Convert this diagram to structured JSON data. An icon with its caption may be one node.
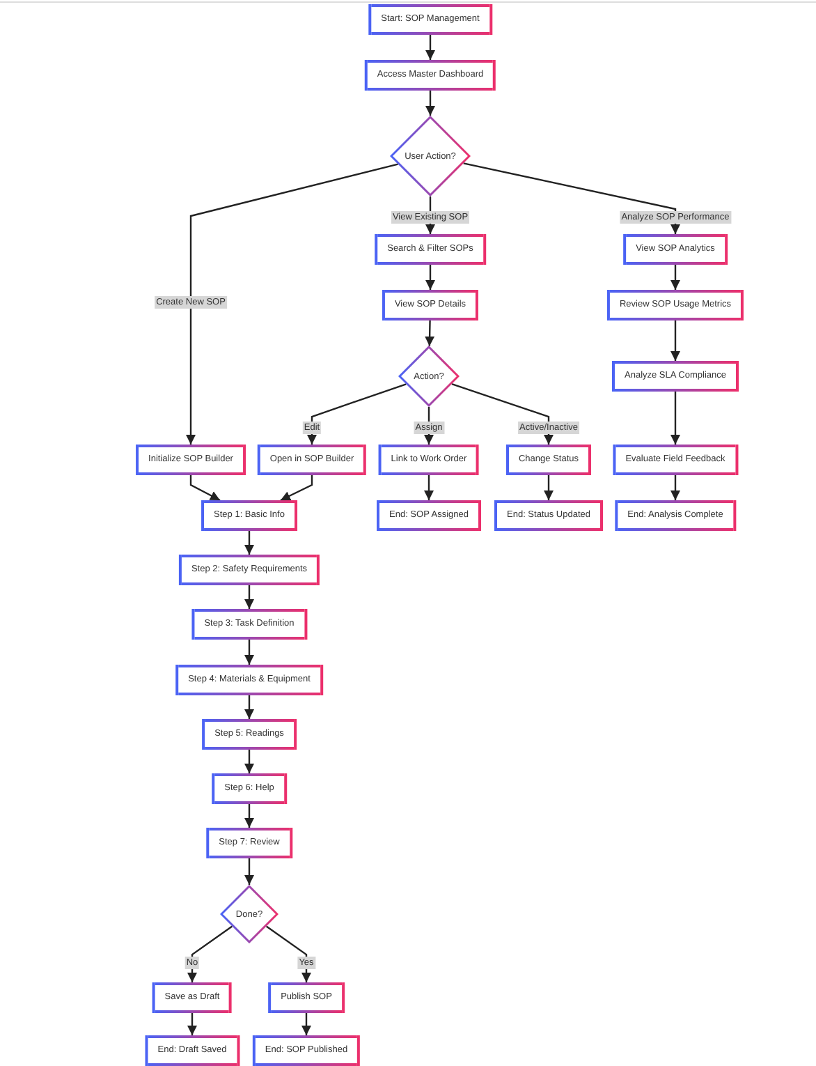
{
  "diagram": {
    "nodes": [
      {
        "text": [
          "Start: SOP Management"
        ]
      },
      {
        "text": [
          "Access Master Dashboard"
        ]
      },
      {
        "text": [
          "User Action?"
        ]
      },
      {
        "text": [
          "Search & Filter SOPs"
        ]
      },
      {
        "text": [
          "View SOP Details"
        ]
      },
      {
        "text": [
          "Action?"
        ]
      },
      {
        "text": [
          "View SOP Analytics"
        ]
      },
      {
        "text": [
          "Review SOP Usage Metrics"
        ]
      },
      {
        "text": [
          "Analyze SLA Compliance"
        ]
      },
      {
        "text": [
          "Initialize SOP Builder"
        ]
      },
      {
        "text": [
          "Open in SOP Builder"
        ]
      },
      {
        "text": [
          "Link to Work Order"
        ]
      },
      {
        "text": [
          "Change Status"
        ]
      },
      {
        "text": [
          "Evaluate Field Feedback"
        ]
      },
      {
        "text": [
          "Step 1: Basic Info"
        ]
      },
      {
        "text": [
          "End: SOP Assigned"
        ]
      },
      {
        "text": [
          "End: Status Updated"
        ]
      },
      {
        "text": [
          "End: Analysis Complete"
        ]
      },
      {
        "text": [
          "Step 2: Safety Requirements"
        ]
      },
      {
        "text": [
          "Step 3: Task Definition"
        ]
      },
      {
        "text": [
          "Step 4: Materials & Equipment"
        ]
      },
      {
        "text": [
          "Step 5: Readings"
        ]
      },
      {
        "text": [
          "Step 6: Help"
        ]
      },
      {
        "text": [
          "Step 7: Review"
        ]
      },
      {
        "text": [
          "Done?"
        ]
      },
      {
        "text": [
          "Save as Draft"
        ]
      },
      {
        "text": [
          "Publish SOP"
        ]
      },
      {
        "text": [
          "End: Draft Saved"
        ]
      },
      {
        "text": [
          "End: SOP Published"
        ]
      }
    ],
    "edges": [
      {
        "from": 0,
        "to": 1,
        "arrow": "to"
      },
      {
        "from": 1,
        "to": 2,
        "arrow": "to"
      },
      {
        "from": 2,
        "to": 9,
        "arrow": "to",
        "label": "Create New SOP"
      },
      {
        "from": 2,
        "to": 3,
        "arrow": "to",
        "label": "View Existing SOP"
      },
      {
        "from": 2,
        "to": 6,
        "arrow": "to",
        "label": "Analyze SOP Performance"
      },
      {
        "from": 3,
        "to": 4,
        "arrow": "to"
      },
      {
        "from": 4,
        "to": 5,
        "arrow": "to"
      },
      {
        "from": 5,
        "to": 10,
        "arrow": "to",
        "label": "Edit"
      },
      {
        "from": 5,
        "to": 11,
        "arrow": "to",
        "label": "Assign"
      },
      {
        "from": 5,
        "to": 12,
        "arrow": "to",
        "label": "Active/Inactive"
      },
      {
        "from": 6,
        "to": 7,
        "arrow": "to"
      },
      {
        "from": 7,
        "to": 8,
        "arrow": "to"
      },
      {
        "from": 8,
        "to": 13,
        "arrow": "to"
      },
      {
        "from": 9,
        "to": 14,
        "arrow": "to"
      },
      {
        "from": 10,
        "to": 14,
        "arrow": "to"
      },
      {
        "from": 11,
        "to": 15,
        "arrow": "to"
      },
      {
        "from": 12,
        "to": 16,
        "arrow": "to"
      },
      {
        "from": 13,
        "to": 17,
        "arrow": "to"
      },
      {
        "from": 14,
        "to": 18,
        "arrow": "to"
      },
      {
        "from": 18,
        "to": 19,
        "arrow": "to"
      },
      {
        "from": 19,
        "to": 20,
        "arrow": "to"
      },
      {
        "from": 20,
        "to": 21,
        "arrow": "to"
      },
      {
        "from": 21,
        "to": 22,
        "arrow": "to"
      },
      {
        "from": 22,
        "to": 23,
        "arrow": "to"
      },
      {
        "from": 23,
        "to": 24,
        "arrow": "to"
      },
      {
        "from": 24,
        "to": 25,
        "arrow": "to",
        "label": "No"
      },
      {
        "from": 24,
        "to": 26,
        "arrow": "to",
        "label": "Yes"
      },
      {
        "from": 25,
        "to": 27,
        "arrow": "to"
      },
      {
        "from": 26,
        "to": 28,
        "arrow": "to"
      }
    ]
  }
}
